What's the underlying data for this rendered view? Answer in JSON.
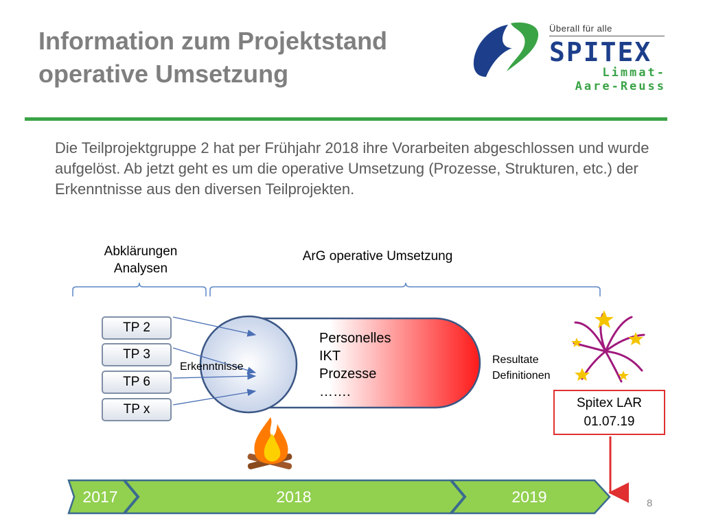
{
  "slide": {
    "title_line1": "Information zum Projektstand",
    "title_line2": "operative Umsetzung",
    "intro": "Die Teilprojektgruppe 2 hat per Frühjahr 2018 ihre Vorarbeiten abgeschlossen und wurde aufgelöst. Ab jetzt geht es um die operative Umsetzung (Prozesse, Strukturen, etc.) der Erkenntnisse aus den diversen Teilprojekten.",
    "page_number": "8",
    "accent_color": "#3aa346"
  },
  "logo": {
    "tagline": "Überall für alle",
    "wordmark": "SPITEX",
    "sub_line1": "Limmat-",
    "sub_line2": "Aare-Reuss",
    "blue": "#1d3f8b",
    "green": "#3aa346"
  },
  "diagram": {
    "header_abklaerungen_line1": "Abklärungen",
    "header_abklaerungen_line2": "Analysen",
    "header_arg": "ArG operative Umsetzung",
    "tp_boxes": [
      "TP 2",
      "TP 3",
      "TP 6",
      "TP x"
    ],
    "erkenntnisse_label": "Erkenntnisse",
    "pill_items": [
      "Personelles",
      "IKT",
      "Prozesse",
      "……."
    ],
    "resultate_line1": "Resultate",
    "resultate_line2": "Definitionen",
    "milestone_line1": "Spitex LAR",
    "milestone_line2": "01.07.19",
    "milestone_color": "#e03030"
  },
  "timeline": {
    "years": [
      "2017",
      "2018",
      "2019"
    ],
    "fill_color": "#92d050",
    "border_color": "#3a6b8f"
  }
}
